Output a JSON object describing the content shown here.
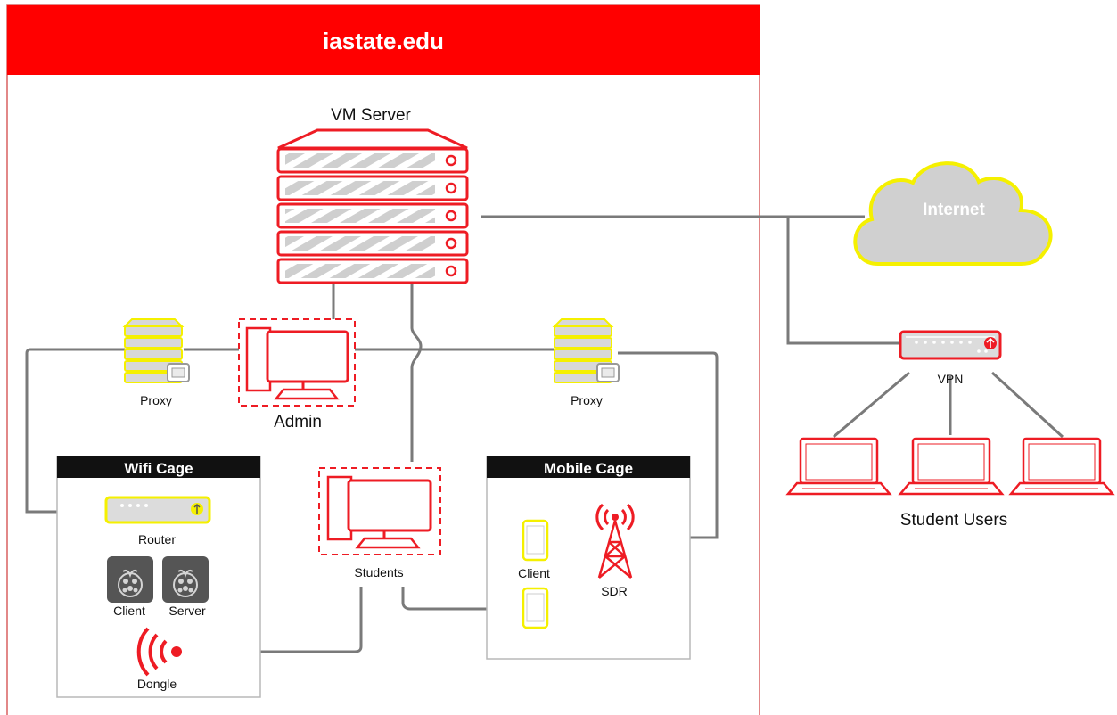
{
  "zone": {
    "title": "iastate.edu"
  },
  "nodes": {
    "vm_server": "VM Server",
    "internet": "Internet",
    "proxy_left": "Proxy",
    "admin": "Admin",
    "proxy_right": "Proxy",
    "vpn": "VPN",
    "student_users": "Student Users",
    "students": "Students"
  },
  "wifi_cage": {
    "title": "Wifi Cage",
    "router": "Router",
    "client": "Client",
    "server": "Server",
    "dongle": "Dongle"
  },
  "mobile_cage": {
    "title": "Mobile Cage",
    "client": "Client",
    "sdr": "SDR"
  },
  "colors": {
    "accent_red": "#ee1c24",
    "highlight_yellow": "#f5f000",
    "wire_gray": "#7a7a7a",
    "device_gray": "#d4d4d4",
    "dark_box": "#111111"
  }
}
